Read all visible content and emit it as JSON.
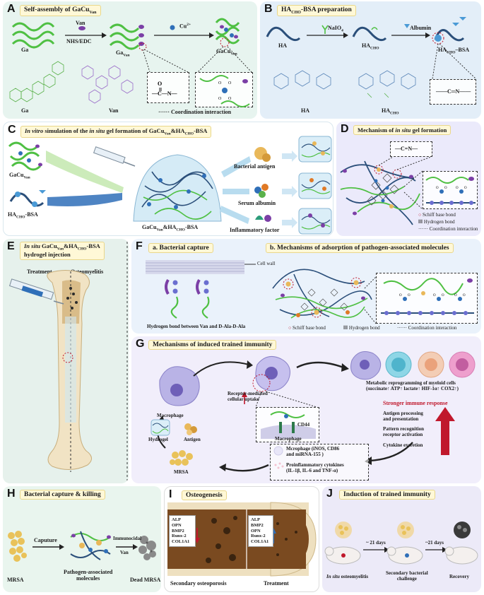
{
  "panels": {
    "A": {
      "letter": "A",
      "title": "Self-assembly of GaCu",
      "title_sub": "Van",
      "ga": "Ga",
      "van_arrow": "Van",
      "reagent": "NHS/EDC",
      "ga_van": "Ga",
      "ga_van_sub": "Van",
      "cu": "Cu",
      "cu_sup": "2+",
      "gacu_van": "GaCu",
      "gacu_van_sub": "Van",
      "struct_ga": "Ga",
      "struct_van": "Van",
      "legend_coord": "Coordination interaction"
    },
    "B": {
      "letter": "B",
      "title": "HA",
      "title_sub": "CHO",
      "title_rest": "-BSA preparation",
      "ha": "HA",
      "naio4": "NaIO",
      "naio4_sub": "4",
      "albumin": "Albumin",
      "ha_cho": "HA",
      "ha_cho_sub": "CHO",
      "ha_cho_bsa": "HA",
      "ha_cho_bsa_sub": "CHO",
      "ha_cho_bsa_rest": "–BSA",
      "struct_ha": "HA",
      "struct_hacho": "HA",
      "struct_hacho_sub": "CHO"
    },
    "C": {
      "letter": "C",
      "title_italic1": "In vitro",
      "title_mid": " simulation of the ",
      "title_italic2": "in situ",
      "title_rest": " gel formation of GaCu",
      "title_sub1": "Van",
      "title_amp": "&HA",
      "title_sub2": "CHO",
      "title_end": "-BSA",
      "gacu_van": "GaCu",
      "gacu_van_sub": "Van",
      "ha_cho_bsa": "HA",
      "ha_cho_bsa_sub": "CHO",
      "ha_cho_bsa_rest": "-BSA",
      "gel": "GaCu",
      "gel_sub1": "Van",
      "gel_amp": "&HA",
      "gel_sub2": "CHO",
      "gel_end": "-BSA",
      "bacterial_antigen": "Bacterial antigen",
      "serum_albumin": "Serum albumin",
      "inflammatory_factor": "Inflammatory factor"
    },
    "D": {
      "letter": "D",
      "title_pre": "Mechanism of ",
      "title_italic": "in situ",
      "title_rest": " gel formation",
      "bond_formula": "C=N",
      "legend_schiff": "Schiff base bond",
      "legend_hbond": "Hydrogen bond",
      "legend_coord": "Coordination interaction"
    },
    "E": {
      "letter": "E",
      "title_italic": "In situ",
      "title_rest": " GaCu",
      "title_sub1": "Van",
      "title_amp": "&HA",
      "title_sub2": "CHO",
      "title_end": "-BSA",
      "title_line2": "hydrogel injection",
      "treatment": "Treatment",
      "osteomyelitis": "Osteomyelitis"
    },
    "F": {
      "letter": "F",
      "sub_a": "a. Bacterial capture",
      "cell_wall": "Cell wall",
      "hbond_caption": "Hydrogen bond between Van and D-Ala-D-Ala",
      "sub_b": "b. Mechanisms of adsorption of pathogen-associated molecules",
      "legend_schiff": "Schiff base bond",
      "legend_hbond": "Hydrogen bond",
      "legend_coord": "Coordination interaction"
    },
    "G": {
      "letter": "G",
      "title": "Mechanisms of induced trained immunity",
      "receptor": "Receptor-mediated",
      "receptor2": "cellular uptake",
      "macrophage": "Macrophage",
      "hydrogel": "Hydrogel",
      "antigen": "Antigen",
      "cd44": "CD44",
      "macrophage_inner": "Macrophage",
      "mrsa": "MRSA",
      "metabolic1": "Metabolic reprogramming of myeloid cells",
      "metabolic2": "(succinate↑ ATP↑ lactate↑ HIF-1α↑ COX2↑)",
      "stronger": "Stronger immune response",
      "antigen_proc1": "Antigen processing",
      "antigen_proc2": "and presentation",
      "pattern1": "Pattern recognition",
      "pattern2": "receptor activation",
      "cytokine": "Cytokine excretion",
      "mcrophage_info1": "Mcrophage (iNOS, CD86",
      "mcrophage_info2": "and miRNA-155 )",
      "proinflam1": "Proinflammatory cytokines",
      "proinflam2": "(IL-1β, IL-6 and TNF-α)"
    },
    "H": {
      "letter": "H",
      "title": "Bacterial capture & killing",
      "caputure": "Caputure",
      "immunocidal": "Immunocidal",
      "van": "Van",
      "mrsa": "MRSA",
      "pam1": "Pathogen-associated",
      "pam2": "molecules",
      "dead": "Dead MRSA"
    },
    "I": {
      "letter": "I",
      "title": "Osteogenesis",
      "markers_left": [
        "ALP",
        "OPN",
        "BMP2",
        "Runx-2",
        "COL1A1"
      ],
      "markers_right": [
        "ALP",
        "BMP2",
        "OPN",
        "Runx-2",
        "COL1A1"
      ],
      "secondary": "Secondary osteoporosis",
      "treatment": "Treatment"
    },
    "J": {
      "letter": "J",
      "title": "Induction of trained immunity",
      "days1": "~ 21 days",
      "days2": "~21 days",
      "osteo_italic": "In situ",
      "osteo_rest": " osteomyelitis",
      "secondary1": "Secondary bacterial",
      "secondary2": "challenge",
      "recovery": "Recovery"
    }
  },
  "colors": {
    "polymer_green": "#4fc043",
    "van_purple": "#7b3fa6",
    "copper_blue": "#2f6fb8",
    "ha_navy": "#2b4f7a",
    "bsa_blue": "#4a9ad6",
    "accent_red": "#c0182c",
    "title_yellow": "#fff8d7"
  }
}
